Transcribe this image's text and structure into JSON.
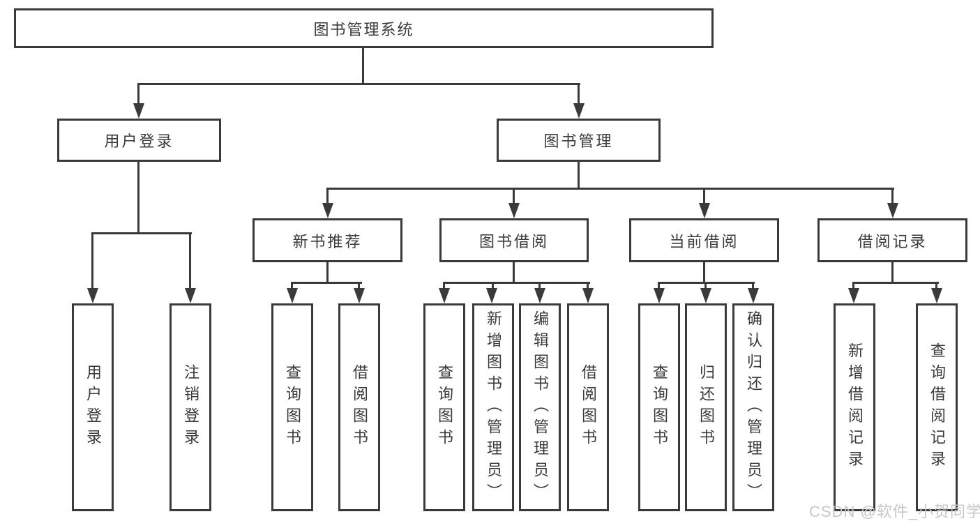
{
  "tree": {
    "root_label": "图书管理系统",
    "user_login": {
      "label": "用户登录",
      "children": [
        "用户登录",
        "注销登录"
      ]
    },
    "book_mgmt": {
      "label": "图书管理",
      "groups": [
        {
          "label": "新书推荐",
          "children": [
            "查询图书",
            "借阅图书"
          ]
        },
        {
          "label": "图书借阅",
          "children": [
            "查询图书",
            "新增图书（管理员）",
            "编辑图书（管理员）",
            "借阅图书"
          ]
        },
        {
          "label": "当前借阅",
          "children": [
            "查询图书",
            "归还图书",
            "确认归还（管理员）"
          ]
        },
        {
          "label": "借阅记录",
          "children": [
            "新增借阅记录",
            "查询借阅记录"
          ]
        }
      ]
    }
  },
  "watermark": "CSDN @软件_小贺同学",
  "colors": {
    "line": "#3a3a3a",
    "box_background": "#ffffff",
    "text": "#3a3a3a",
    "watermark": "#c7c7c7"
  }
}
